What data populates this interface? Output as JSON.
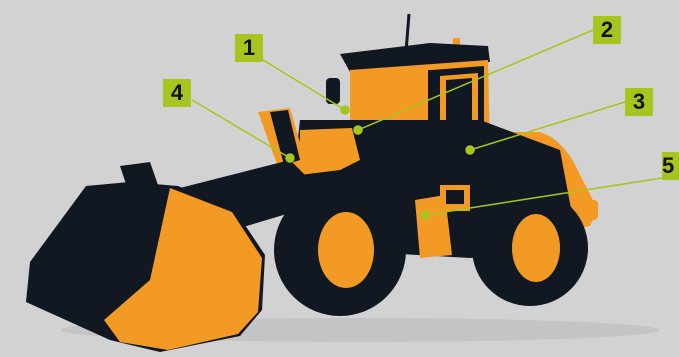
{
  "callouts": [
    {
      "id": "1",
      "label": "1"
    },
    {
      "id": "2",
      "label": "2"
    },
    {
      "id": "3",
      "label": "3"
    },
    {
      "id": "4",
      "label": "4"
    },
    {
      "id": "5",
      "label": "5"
    }
  ],
  "colors": {
    "background": "#d2d2d2",
    "machine_body": "#f39a24",
    "machine_dark": "#111827",
    "callout": "#a6c51e"
  }
}
